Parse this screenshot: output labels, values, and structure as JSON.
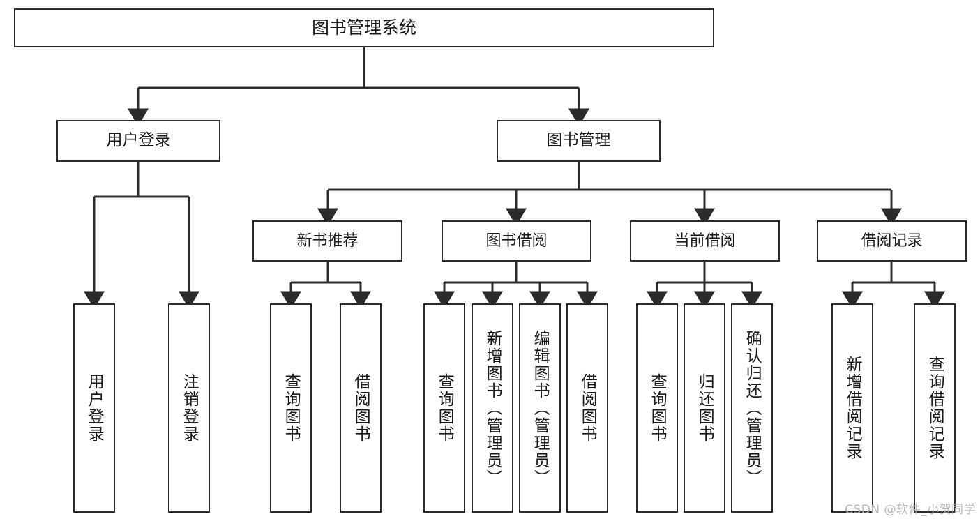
{
  "diagram": {
    "type": "tree-hierarchy",
    "title": "图书管理系统",
    "watermark": "CSDN @软件_小贺同学",
    "colors": {
      "stroke": "#2b2b2b",
      "fill": "#ffffff",
      "text": "#1a1a1a",
      "watermark": "#b9b9b9"
    },
    "nodes": {
      "root": "图书管理系统",
      "user_login": "用户登录",
      "book_manage": "图书管理",
      "new_book_rec": "新书推荐",
      "book_borrow": "图书借阅",
      "current_borrow": "当前借阅",
      "borrow_record": "借阅记录",
      "leaf_user_login": "用户登录",
      "leaf_user_logout": "注销登录",
      "leaf_rec_query": "查询图书",
      "leaf_rec_borrow": "借阅图书",
      "leaf_borrow_query": "查询图书",
      "leaf_borrow_add": "新增图书（管理员）",
      "leaf_borrow_edit": "编辑图书（管理员）",
      "leaf_borrow_lend": "借阅图书",
      "leaf_current_query": "查询图书",
      "leaf_current_return": "归还图书",
      "leaf_current_confirm": "确认归还（管理员）",
      "leaf_record_add": "新增借阅记录",
      "leaf_record_query": "查询借阅记录"
    }
  }
}
